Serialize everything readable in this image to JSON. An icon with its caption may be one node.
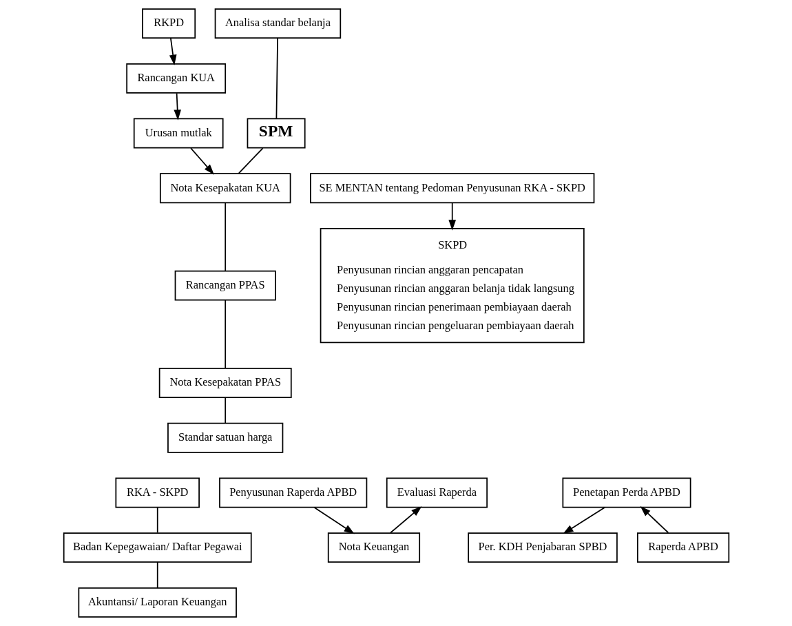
{
  "diagram": {
    "nodes": [
      {
        "text": [
          "RKPD"
        ]
      },
      {
        "text": [
          "Rancangan KUA"
        ]
      },
      {
        "text": [
          "Urusan mutlak"
        ]
      },
      {
        "text": [
          "Analisa standar belanja"
        ]
      },
      {
        "text": [
          "SPM"
        ]
      },
      {
        "text": [
          "Nota Kesepakatan KUA"
        ]
      },
      {
        "text": [
          "Rancangan PPAS"
        ]
      },
      {
        "text": [
          "Nota Kesepakatan PPAS"
        ]
      },
      {
        "text": [
          "Standar satuan harga"
        ]
      },
      {
        "text": [
          "SE MENTAN tentang Pedoman Penyusunan RKA - SKPD"
        ]
      },
      {
        "text": [
          "SKPD",
          "Penyusunan rincian anggaran pencapatan",
          "Penyusunan rincian anggaran belanja tidak langsung",
          "Penyusunan rincian penerimaan pembiayaan daerah",
          "Penyusunan rincian pengeluaran pembiayaan daerah"
        ]
      },
      {
        "text": [
          "RKA - SKPD"
        ]
      },
      {
        "text": [
          "Badan Kepegawaian/ Daftar Pegawai"
        ]
      },
      {
        "text": [
          "Akuntansi/ Laporan Keuangan"
        ]
      },
      {
        "text": [
          "Penetapan Perda APBD"
        ]
      },
      {
        "text": [
          "Evaluasi Raperda"
        ]
      },
      {
        "text": [
          "Penyusunan Raperda APBD"
        ]
      },
      {
        "text": [
          "Per. KDH Penjabaran SPBD"
        ]
      },
      {
        "text": [
          "Raperda APBD"
        ]
      },
      {
        "text": [
          "Nota Keuangan"
        ]
      }
    ],
    "edges": [
      {
        "from": 0,
        "to": 1,
        "arrow": "to"
      },
      {
        "from": 1,
        "to": 2,
        "arrow": "to"
      },
      {
        "from": 2,
        "to": 5,
        "arrow": "to"
      },
      {
        "from": 3,
        "to": 4,
        "arrow": "none"
      },
      {
        "from": 4,
        "to": 5,
        "arrow": "none"
      },
      {
        "from": 5,
        "to": 6,
        "arrow": "none"
      },
      {
        "from": 6,
        "to": 7,
        "arrow": "none"
      },
      {
        "from": 7,
        "to": 8,
        "arrow": "none"
      },
      {
        "from": 9,
        "to": 10,
        "arrow": "to"
      },
      {
        "from": 11,
        "to": 12,
        "arrow": "none"
      },
      {
        "from": 12,
        "to": 13,
        "arrow": "none"
      },
      {
        "from": 16,
        "to": 19,
        "arrow": "to"
      },
      {
        "from": 19,
        "to": 15,
        "arrow": "to"
      },
      {
        "from": 18,
        "to": 14,
        "arrow": "to"
      },
      {
        "from": 14,
        "to": 17,
        "arrow": "to"
      }
    ]
  }
}
